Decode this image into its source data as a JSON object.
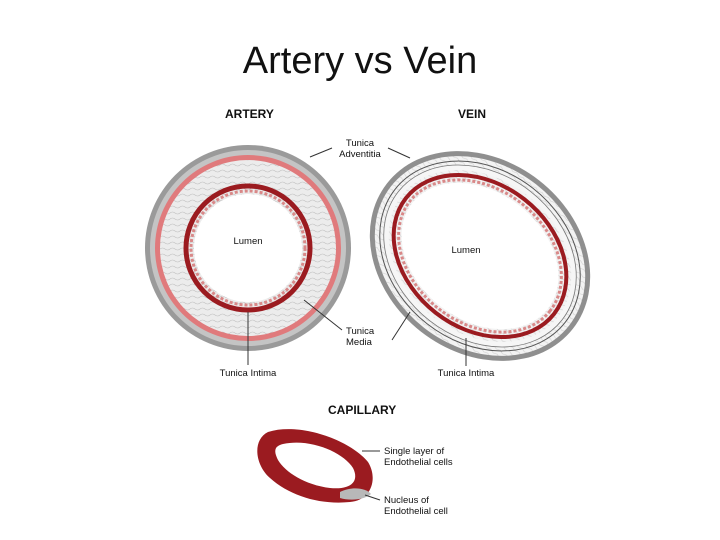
{
  "title": "Artery vs Vein",
  "artery": {
    "heading": "ARTERY",
    "lumen": "Lumen",
    "tunica_media": [
      "Tunica",
      "Media"
    ],
    "tunica_intima": "Tunica Intima"
  },
  "vein": {
    "heading": "VEIN",
    "lumen": "Lumen",
    "tunica_intima": "Tunica Intima"
  },
  "tunica_adventitia": [
    "Tunica",
    "Adventitia"
  ],
  "capillary": {
    "heading": "CAPILLARY",
    "endothelial_layer": [
      "Single layer of",
      "Endothelial cells"
    ],
    "nucleus": [
      "Nucleus of",
      "Endothelial cell"
    ]
  },
  "colors": {
    "intima_red": "#9b1b20",
    "artery_pink": "#e07a7c",
    "adventitia_gray": "#9a9a9a",
    "media_gray": "#e4e4e4"
  }
}
